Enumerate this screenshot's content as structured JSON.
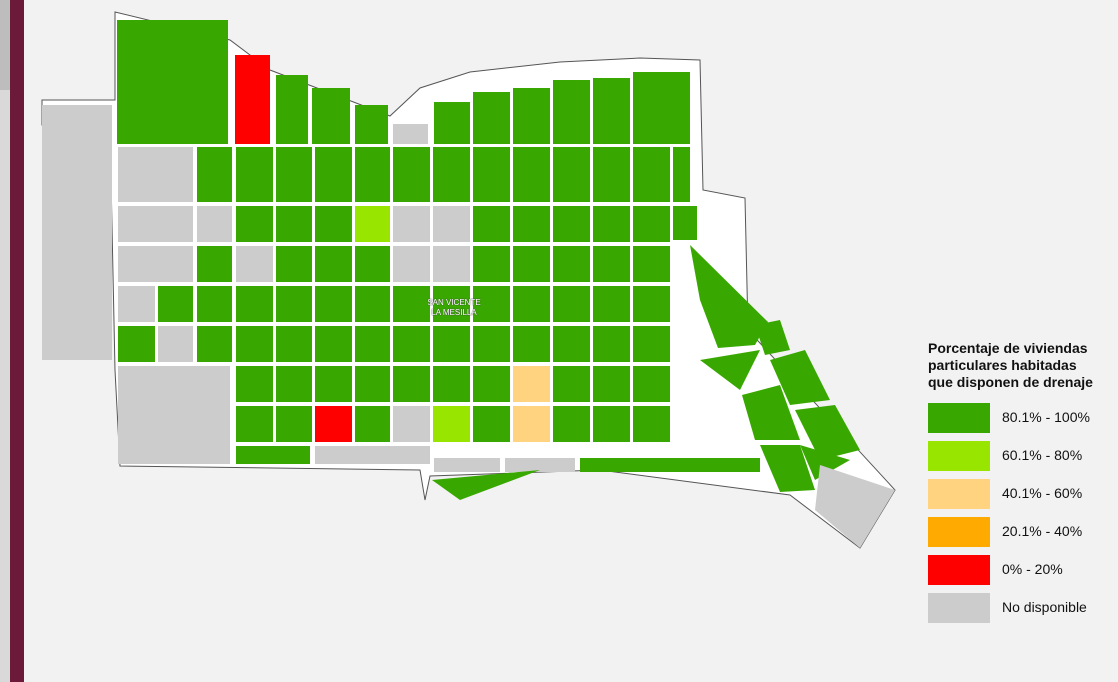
{
  "map": {
    "town_label_line1": "SAN VICENTE",
    "town_label_line2": "LA MESILLA"
  },
  "legend": {
    "title": "Porcentaje de viviendas\nparticulares habitadas\nque disponen de drenaje",
    "items": [
      {
        "label": "80.1% - 100%",
        "color": "#38a800"
      },
      {
        "label": "60.1% - 80%",
        "color": "#98e600"
      },
      {
        "label": "40.1% - 60%",
        "color": "#ffd37f"
      },
      {
        "label": "20.1% - 40%",
        "color": "#ffaa00"
      },
      {
        "label": "0% - 20%",
        "color": "#ff0000"
      },
      {
        "label": "No disponible",
        "color": "#cccccc"
      }
    ]
  }
}
